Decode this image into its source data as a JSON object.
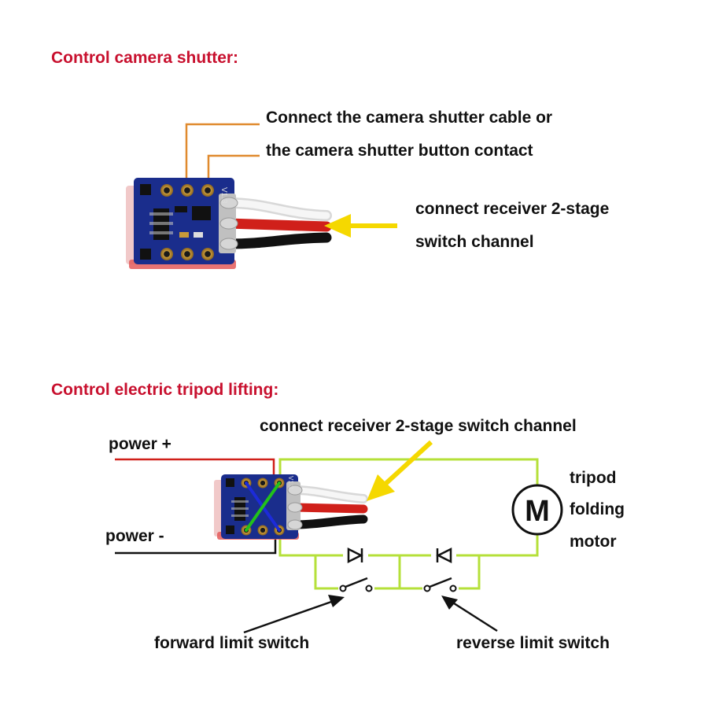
{
  "section1": {
    "heading": "Control camera shutter:",
    "note_line1": "Connect the camera shutter cable or",
    "note_line2": "the camera shutter button contact",
    "receiver_line1": "connect receiver 2-stage",
    "receiver_line2": "switch channel",
    "board_label": "V1.3"
  },
  "section2": {
    "heading": "Control electric tripod lifting:",
    "receiver_note": "connect receiver 2-stage switch channel",
    "power_plus": "power +",
    "power_minus": "power -",
    "motor_symbol": "M",
    "motor_line1": "tripod",
    "motor_line2": "folding",
    "motor_line3": "motor",
    "forward_switch": "forward limit switch",
    "reverse_switch": "reverse limit switch",
    "board_label": "V1.3"
  },
  "colors": {
    "heading": "#c8102e",
    "orange_wire": "#e08a2e",
    "arrow_yellow": "#f5d800",
    "circuit_green": "#b5e03a",
    "board_blue": "#1a2d8c",
    "wire_red": "#d0201a",
    "jumper_green": "#22c11a",
    "jumper_blue": "#1c2bd9"
  }
}
